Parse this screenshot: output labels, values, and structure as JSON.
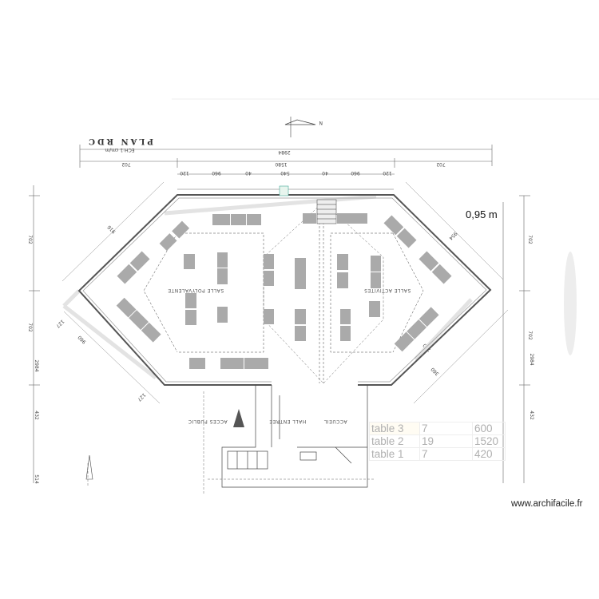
{
  "plan": {
    "title": "PLAN RDC",
    "scale_note": "ECH:1 cm/m",
    "north_label": "N",
    "dimensions_top": {
      "total": "2984",
      "left": "702",
      "middle": "1580",
      "right": "702"
    },
    "dimensions_detail": [
      "120",
      "960",
      "40",
      "540",
      "40",
      "960",
      "120"
    ],
    "dimensions_right": [
      "702",
      "702",
      "2984",
      "432"
    ],
    "dimensions_left": [
      "702",
      "702",
      "2984",
      "432",
      "514"
    ],
    "diagonal_dims": [
      "916",
      "954",
      "127",
      "960",
      "720",
      "360",
      "127"
    ],
    "rooms": {
      "salle_polyvalente": "SALLE POLYVALENTE",
      "salle_activites": "SALLE ACTIVITES",
      "hall": "HALL ENTREE",
      "accueil": "ACCUEIL",
      "acces_public": "ACCES PUBLIC"
    },
    "scale_annotation": "0,95 m"
  },
  "legend": {
    "rows": [
      {
        "name": "table 3",
        "count": "7",
        "length": "600"
      },
      {
        "name": "table 2",
        "count": "19",
        "length": "1520"
      },
      {
        "name": "table 1",
        "count": "7",
        "length": "420"
      }
    ]
  },
  "watermark": "www.archifacile.fr",
  "colors": {
    "table": "#aaaaaa",
    "wall": "#555555",
    "highlight": "#e3e3e3"
  }
}
